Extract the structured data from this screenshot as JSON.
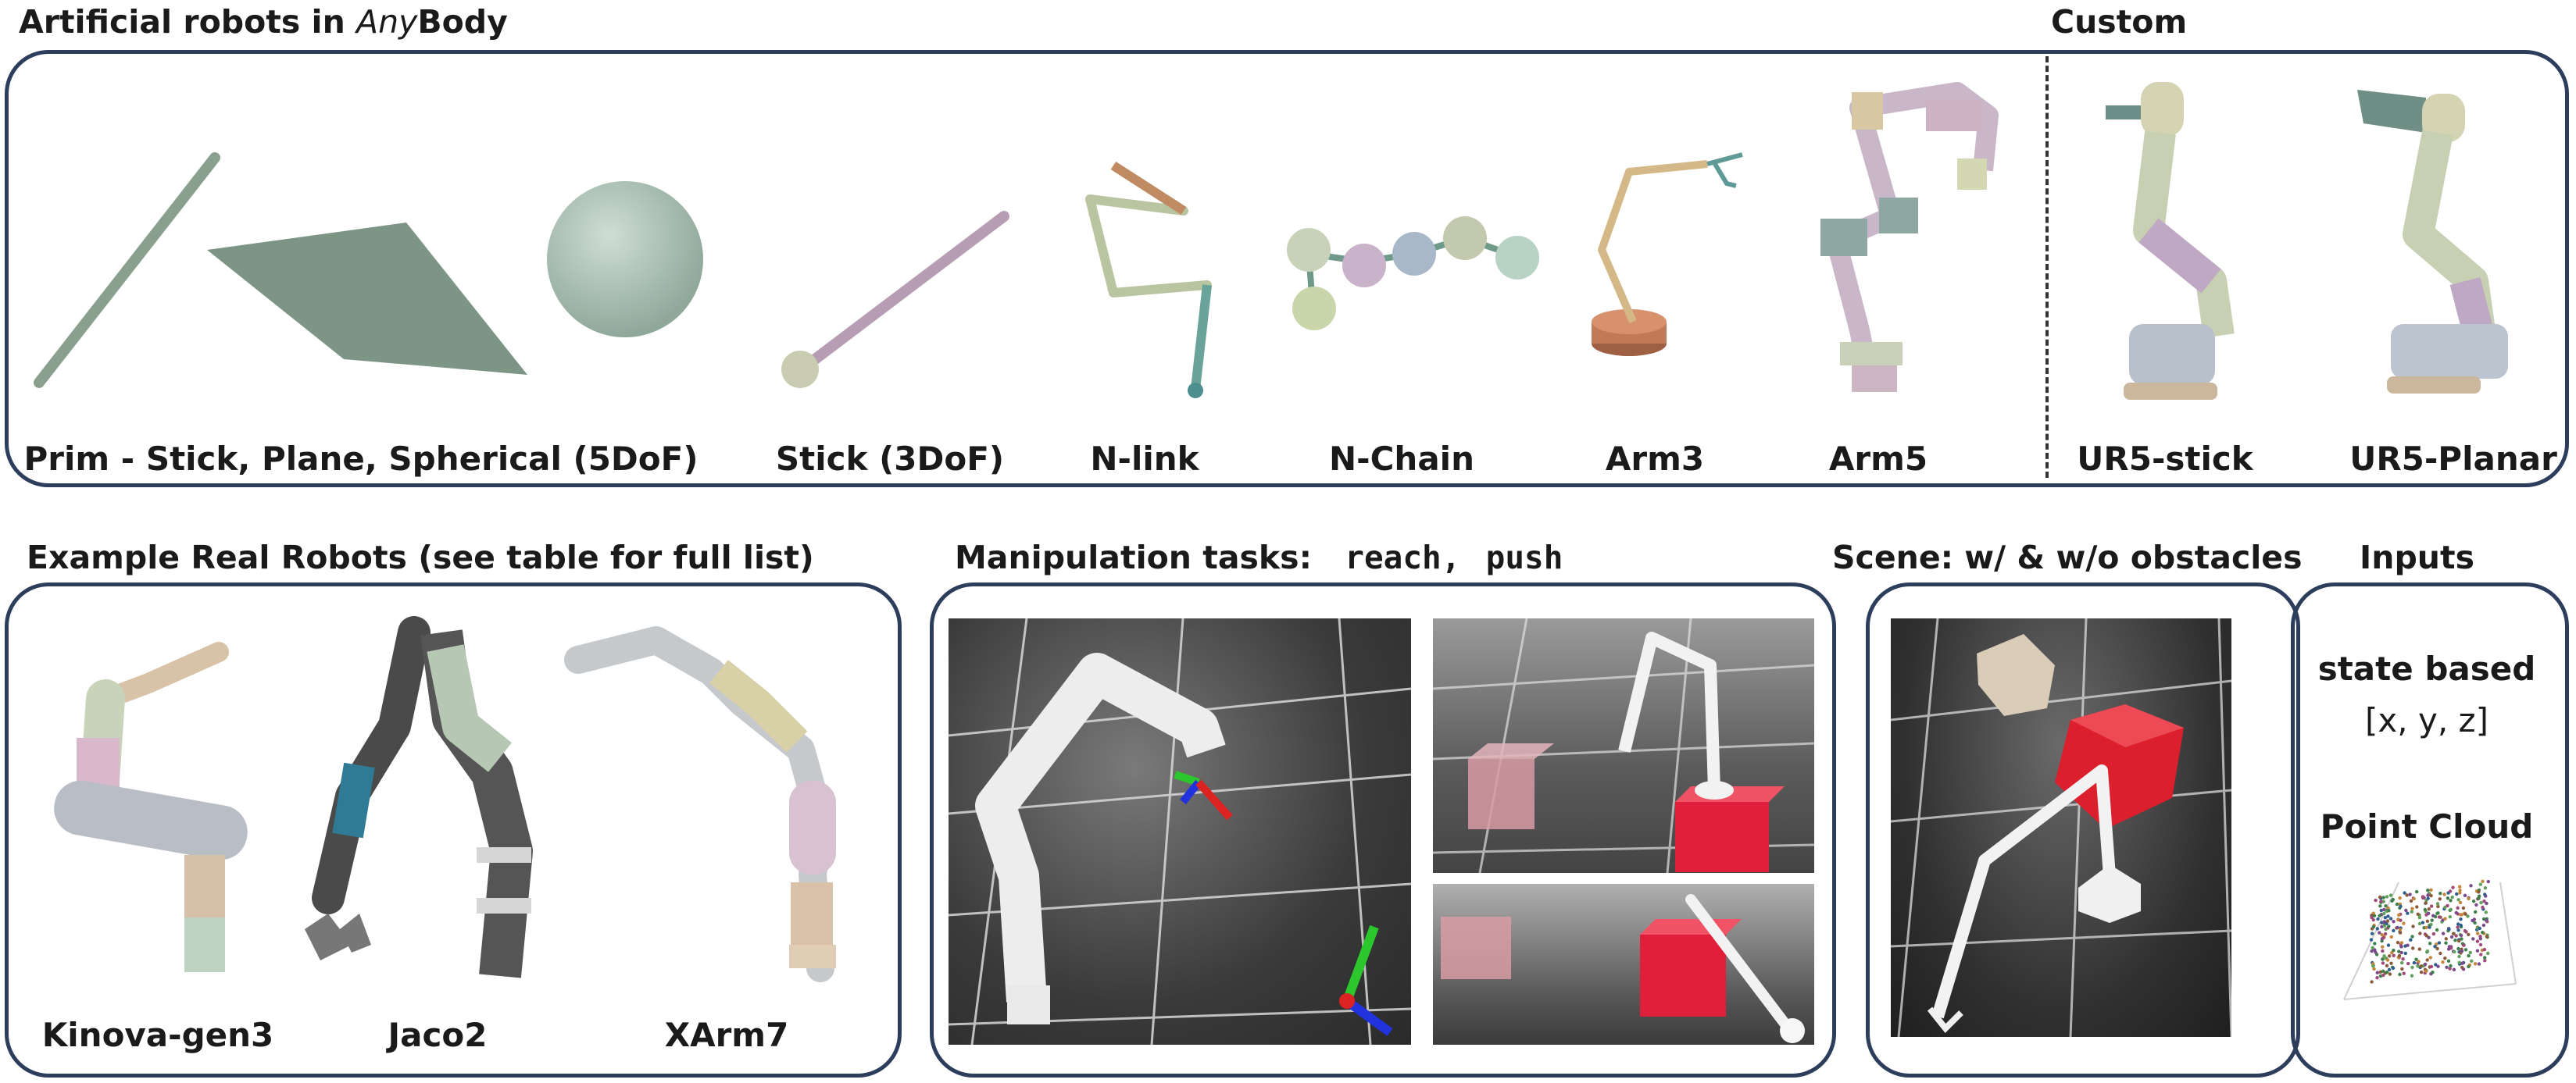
{
  "top": {
    "title_prefix": "Artificial robots in ",
    "title_any": "Any",
    "title_body": "Body",
    "custom_title": "Custom",
    "labels": {
      "prim": "Prim - Stick, Plane, Spherical (5DoF)",
      "stick": "Stick (3DoF)",
      "nlink": "N-link",
      "nchain": "N-Chain",
      "arm3": "Arm3",
      "arm5": "Arm5",
      "ur5stick": "UR5-stick",
      "ur5planar": "UR5-Planar"
    }
  },
  "real": {
    "title": "Example Real Robots (see table for full list)",
    "labels": {
      "kinova": "Kinova-gen3",
      "jaco": "Jaco2",
      "xarm": "XArm7"
    }
  },
  "manip": {
    "title": "Manipulation tasks:",
    "task1": "reach",
    "sep": ",",
    "task2": "push"
  },
  "scene": {
    "title": "Scene: w/ & w/o obstacles"
  },
  "inputs": {
    "title": "Inputs",
    "state_label": "state based",
    "state_vector": "[x, y, z]",
    "pc_label": "Point Cloud"
  }
}
